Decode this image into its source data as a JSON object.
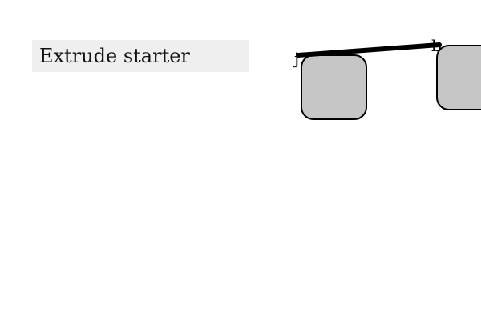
{
  "title": "Extrude starter",
  "nodes": [
    {
      "id": "node-j",
      "label": "j"
    },
    {
      "id": "node-b",
      "label": "b"
    }
  ],
  "edge": {
    "from": "j",
    "to": "b"
  },
  "colors": {
    "node_fill": "#c6c6c6",
    "title_background": "#efefef",
    "edge": "#000000"
  }
}
